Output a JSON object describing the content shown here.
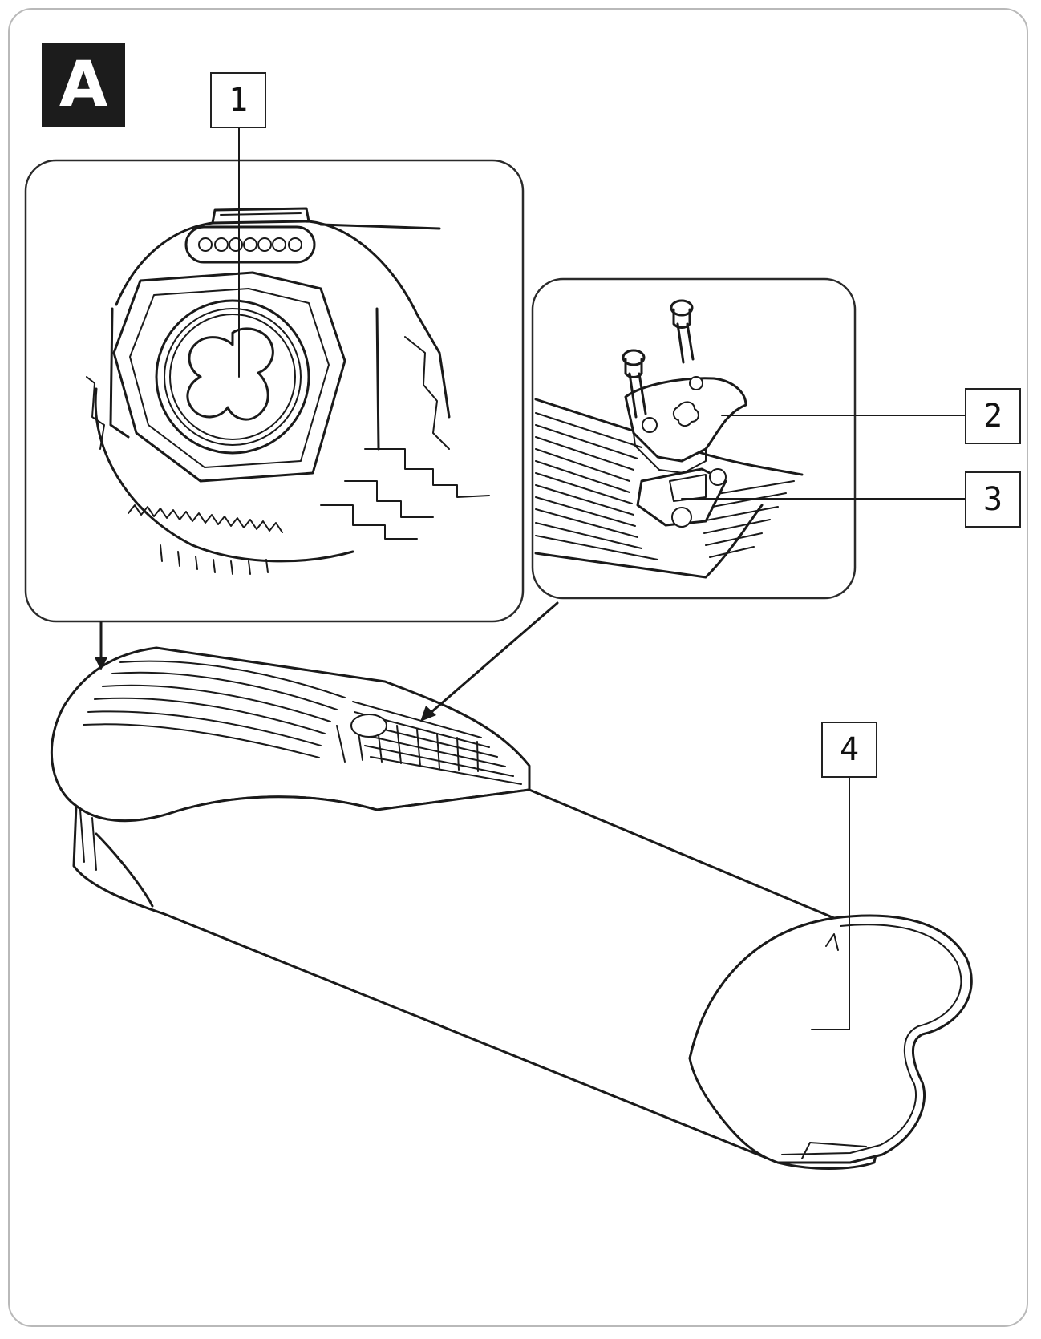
{
  "section_label": "A",
  "callouts": [
    {
      "id": "1",
      "label": "1"
    },
    {
      "id": "2",
      "label": "2"
    },
    {
      "id": "3",
      "label": "3"
    },
    {
      "id": "4",
      "label": "4"
    }
  ],
  "icons": {
    "top_left_detail": "battery-connector-end-view",
    "top_right_detail": "mounting-bracket-with-screws",
    "main": "battery-pack-housing"
  }
}
